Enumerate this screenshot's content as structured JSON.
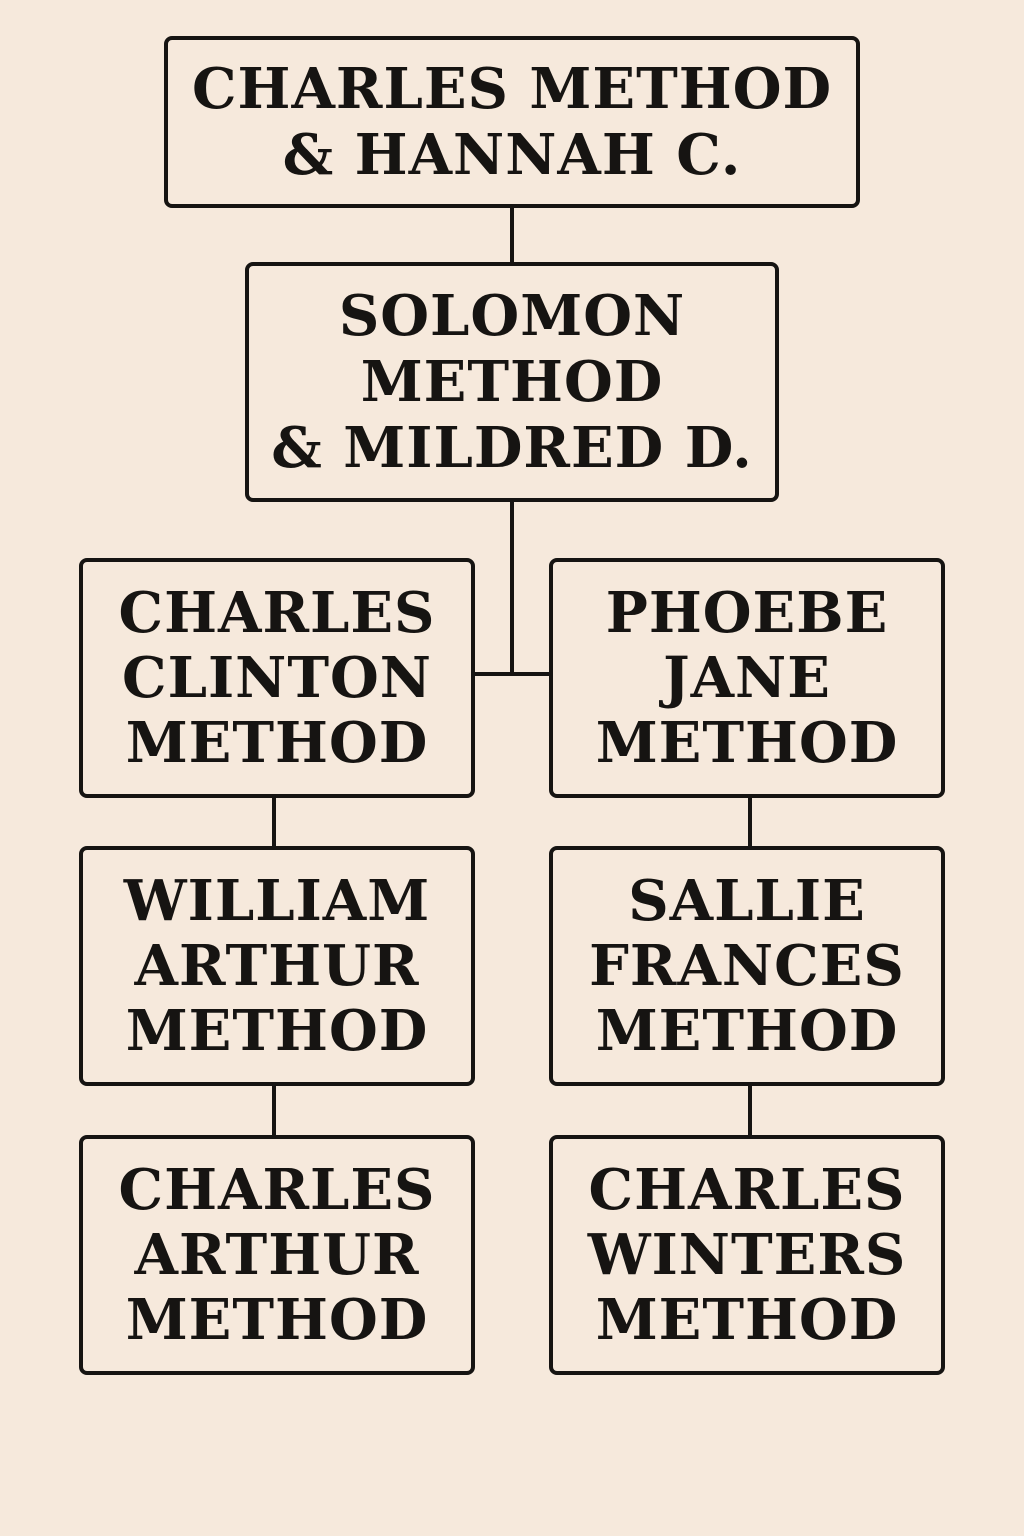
{
  "diagram": {
    "nodes": [
      {
        "id": "n1",
        "lines": [
          "CHARLES METHOD",
          "& HANNAH C."
        ]
      },
      {
        "id": "n2",
        "lines": [
          "SOLOMON",
          "METHOD",
          "& MILDRED D."
        ]
      },
      {
        "id": "n3",
        "lines": [
          "CHARLES",
          "CLINTON",
          "METHOD"
        ]
      },
      {
        "id": "n4",
        "lines": [
          "PHOEBE",
          "JANE",
          "METHOD"
        ]
      },
      {
        "id": "n5",
        "lines": [
          "WILLIAM",
          "ARTHUR",
          "METHOD"
        ]
      },
      {
        "id": "n6",
        "lines": [
          "SALLIE",
          "FRANCES",
          "METHOD"
        ]
      },
      {
        "id": "n7",
        "lines": [
          "CHARLES",
          "ARTHUR",
          "METHOD"
        ]
      },
      {
        "id": "n8",
        "lines": [
          "CHARLES",
          "WINTERS",
          "METHOD"
        ]
      }
    ],
    "edges": [
      {
        "from": "n1",
        "to": "n2"
      },
      {
        "from": "n2",
        "to": "n3"
      },
      {
        "from": "n2",
        "to": "n4"
      },
      {
        "from": "n3",
        "to": "n5"
      },
      {
        "from": "n4",
        "to": "n6"
      },
      {
        "from": "n5",
        "to": "n7"
      },
      {
        "from": "n6",
        "to": "n8"
      }
    ],
    "colors": {
      "background": "#f6e9dc",
      "ink": "#161412"
    }
  }
}
